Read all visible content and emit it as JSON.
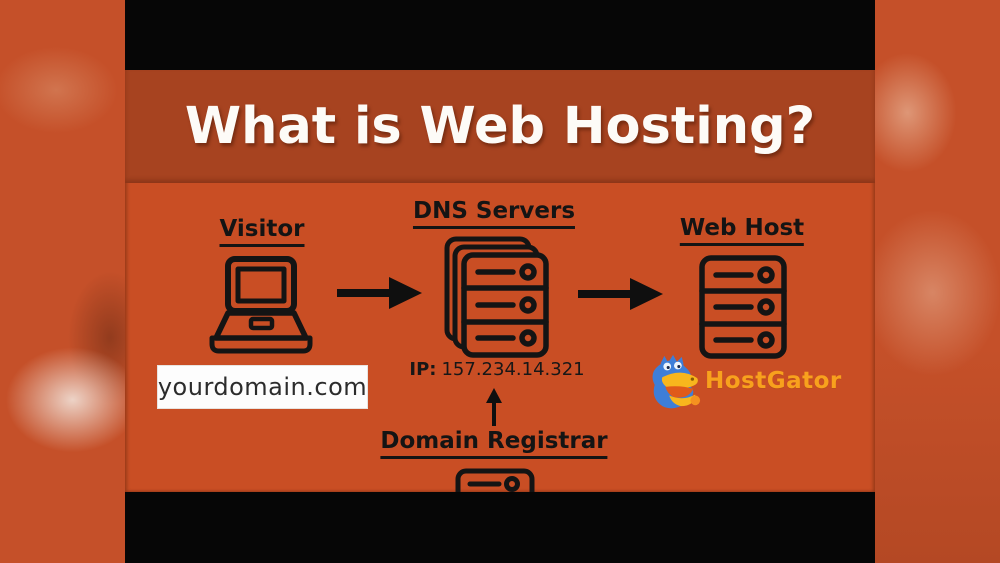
{
  "slide": {
    "title": "What is Web Hosting?"
  },
  "diagram": {
    "visitor_label": "Visitor",
    "dns_label": "DNS Servers",
    "webhost_label": "Web Host",
    "registrar_label": "Domain Registrar",
    "domain_box_text": "yourdomain.com",
    "ip_prefix": "IP:",
    "ip_value": "157.234.14.321"
  },
  "brand": {
    "name": "HostGator"
  },
  "icons": {
    "laptop": "laptop-icon",
    "dns_server_stack": "server-stack-icon",
    "web_server": "server-icon",
    "registrar_server": "server-partial-icon",
    "flow_right_1": "arrow-right-icon",
    "flow_right_2": "arrow-right-icon",
    "flow_up": "arrow-up-icon",
    "mascot": "hostgator-mascot-icon"
  },
  "colors": {
    "body_orange": "#c94e24",
    "band_orange": "#a74320",
    "letterbox_black": "#060606",
    "ink": "#141414",
    "brand_orange": "#f8a11d",
    "mascot_blue": "#3e7ed8",
    "box_white": "#fdfdfd"
  }
}
